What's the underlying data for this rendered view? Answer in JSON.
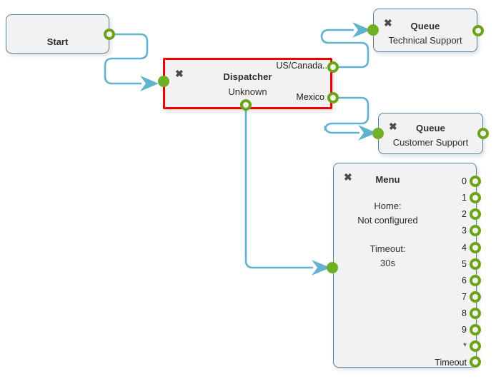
{
  "canvas": {
    "background": "#ffffff",
    "edge_color": "#62b3cf",
    "port_out_color": "#6aa516",
    "port_in_color": "#6fb024",
    "node_fill": "#f2f2f2",
    "node_border": "#5b7f9e",
    "selected_border": "#ee0000"
  },
  "nodes": {
    "start": {
      "title": "Start",
      "ports_out": [
        {
          "label": "",
          "name": "start-output-port"
        }
      ]
    },
    "dispatcher": {
      "title": "Dispatcher",
      "subtitle": "Unknown",
      "close_label": "✖",
      "selected": true,
      "ports_in": [
        {
          "label": "",
          "name": "dispatcher-input-port"
        }
      ],
      "ports_out": [
        {
          "label": "US/Canada..",
          "name": "dispatcher-output-us-canada"
        },
        {
          "label": "Mexico",
          "name": "dispatcher-output-mexico"
        },
        {
          "label": "",
          "name": "dispatcher-output-default"
        }
      ]
    },
    "queue_technical": {
      "title": "Queue",
      "subtitle": "Technical Support",
      "close_label": "✖",
      "ports_in": [
        {
          "label": "",
          "name": "queue-technical-input-port"
        }
      ],
      "ports_out": [
        {
          "label": "",
          "name": "queue-technical-output-port"
        }
      ]
    },
    "queue_customer": {
      "title": "Queue",
      "subtitle": "Customer Support",
      "close_label": "✖",
      "ports_in": [
        {
          "label": "",
          "name": "queue-customer-input-port"
        }
      ],
      "ports_out": [
        {
          "label": "",
          "name": "queue-customer-output-port"
        }
      ]
    },
    "menu": {
      "title": "Menu",
      "close_label": "✖",
      "home_label": "Home:",
      "home_value": "Not configured",
      "timeout_label": "Timeout:",
      "timeout_value": "30s",
      "ports_in": [
        {
          "label": "",
          "name": "menu-input-port"
        }
      ],
      "ports_out": [
        {
          "label": "0",
          "name": "menu-output-0"
        },
        {
          "label": "1",
          "name": "menu-output-1"
        },
        {
          "label": "2",
          "name": "menu-output-2"
        },
        {
          "label": "3",
          "name": "menu-output-3"
        },
        {
          "label": "4",
          "name": "menu-output-4"
        },
        {
          "label": "5",
          "name": "menu-output-5"
        },
        {
          "label": "6",
          "name": "menu-output-6"
        },
        {
          "label": "7",
          "name": "menu-output-7"
        },
        {
          "label": "8",
          "name": "menu-output-8"
        },
        {
          "label": "9",
          "name": "menu-output-9"
        },
        {
          "label": "*",
          "name": "menu-output-star"
        },
        {
          "label": "Timeout",
          "name": "menu-output-timeout"
        }
      ]
    }
  }
}
